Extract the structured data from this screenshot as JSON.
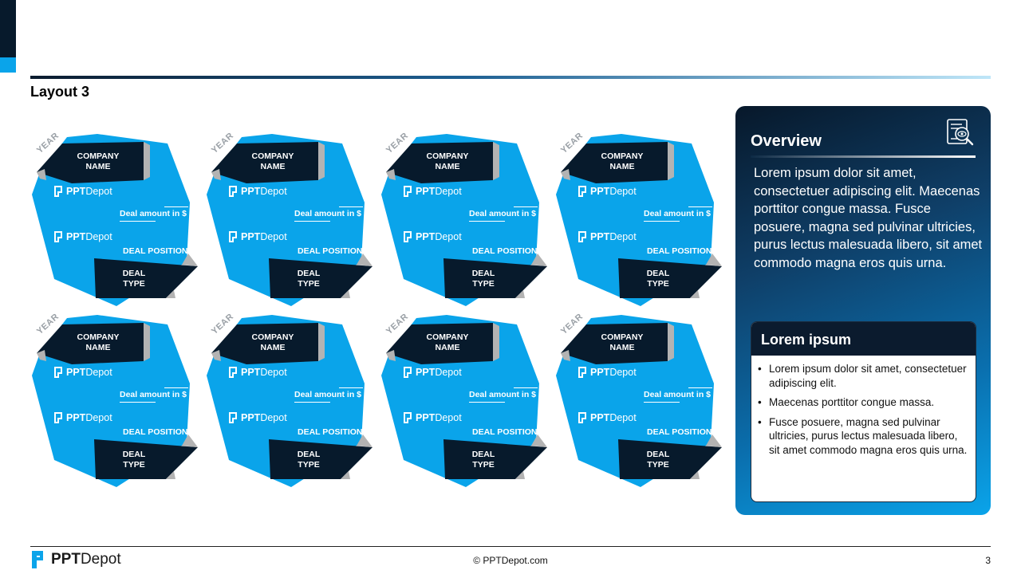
{
  "page": {
    "title": "Layout 3",
    "page_number": "3",
    "copyright": "© PPTDepot.com"
  },
  "brand": {
    "name_bold": "PPT",
    "name_rest": "Depot",
    "logo_icon": "pptdepot-logo-icon"
  },
  "colors": {
    "accent_blue": "#0aa4ea",
    "navy": "#071a2c",
    "tab_gray": "#b3b3b3"
  },
  "cards": [
    {
      "year": "YEAR",
      "company": [
        "COMPANY",
        "NAME"
      ],
      "amount": "Deal amount in $",
      "position": "DEAL POSITION",
      "type": [
        "DEAL",
        "TYPE"
      ]
    },
    {
      "year": "YEAR",
      "company": [
        "COMPANY",
        "NAME"
      ],
      "amount": "Deal amount in $",
      "position": "DEAL POSITION",
      "type": [
        "DEAL",
        "TYPE"
      ]
    },
    {
      "year": "YEAR",
      "company": [
        "COMPANY",
        "NAME"
      ],
      "amount": "Deal amount in $",
      "position": "DEAL POSITION",
      "type": [
        "DEAL",
        "TYPE"
      ]
    },
    {
      "year": "YEAR",
      "company": [
        "COMPANY",
        "NAME"
      ],
      "amount": "Deal amount in $",
      "position": "DEAL POSITION",
      "type": [
        "DEAL",
        "TYPE"
      ]
    },
    {
      "year": "YEAR",
      "company": [
        "COMPANY",
        "NAME"
      ],
      "amount": "Deal amount in $",
      "position": "DEAL POSITION",
      "type": [
        "DEAL",
        "TYPE"
      ]
    },
    {
      "year": "YEAR",
      "company": [
        "COMPANY",
        "NAME"
      ],
      "amount": "Deal amount in $",
      "position": "DEAL POSITION",
      "type": [
        "DEAL",
        "TYPE"
      ]
    },
    {
      "year": "YEAR",
      "company": [
        "COMPANY",
        "NAME"
      ],
      "amount": "Deal amount in $",
      "position": "DEAL POSITION",
      "type": [
        "DEAL",
        "TYPE"
      ]
    },
    {
      "year": "YEAR",
      "company": [
        "COMPANY",
        "NAME"
      ],
      "amount": "Deal amount in $",
      "position": "DEAL POSITION",
      "type": [
        "DEAL",
        "TYPE"
      ]
    }
  ],
  "overview": {
    "title": "Overview",
    "icon": "document-search-icon",
    "text": "Lorem ipsum dolor sit amet, consectetuer adipiscing elit. Maecenas porttitor congue massa. Fusce posuere, magna sed pulvinar ultricies, purus lectus malesuada libero, sit amet commodo magna eros quis urna.",
    "box": {
      "title": "Lorem ipsum",
      "bullets": [
        "Lorem ipsum dolor sit amet, consectetuer adipiscing elit.",
        "Maecenas porttitor congue massa.",
        "Fusce posuere, magna sed pulvinar ultricies, purus lectus malesuada libero, sit amet commodo magna eros quis urna."
      ]
    }
  }
}
